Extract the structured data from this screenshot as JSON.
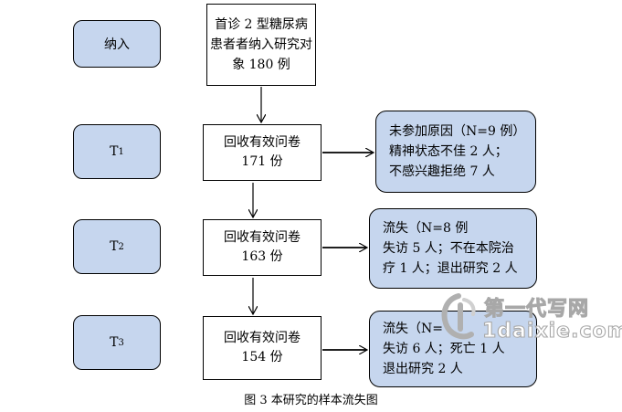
{
  "stages": [
    {
      "id": "enroll",
      "label": "纳入",
      "sub": ""
    },
    {
      "id": "t1",
      "label": "T",
      "sub": "1"
    },
    {
      "id": "t2",
      "label": "T",
      "sub": "2"
    },
    {
      "id": "t3",
      "label": "T",
      "sub": "3"
    }
  ],
  "boxes": {
    "enroll": {
      "line1": "首诊 2 型糖尿病",
      "line2": "患者者纳入研究对",
      "line3": "象 180 例"
    },
    "t1": {
      "line1": "回收有效问卷",
      "line2": "171 份"
    },
    "t2": {
      "line1": "回收有效问卷",
      "line2": "163 份"
    },
    "t3": {
      "line1": "回收有效问卷",
      "line2": "154 份"
    }
  },
  "losses": {
    "t1": {
      "line1": "未参加原因（N=9 例）",
      "line2": "精神状态不佳 2 人；",
      "line3": "不感兴趣拒绝 7 人"
    },
    "t2": {
      "line1": "流失（N=8 例",
      "line2": "失访 5 人；不在本院治",
      "line3": "疗 1 人；退出研究 2 人"
    },
    "t3": {
      "line1": "流失（N=",
      "line2": "失访 6 人；死亡 1 人",
      "line3": "退出研究 2 人"
    }
  },
  "caption": "图 3  本研究的样本流失图",
  "watermark": {
    "line1": "第一代写网",
    "line2": "1daixie.com"
  },
  "colors": {
    "stage_fill": "#c6d6ee",
    "stroke": "#000000"
  }
}
